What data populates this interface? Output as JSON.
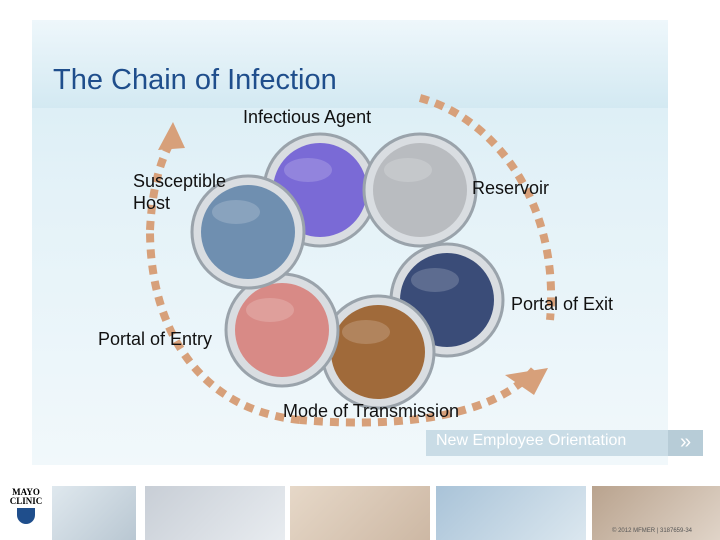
{
  "title": "The Chain of Infection",
  "nodes": [
    {
      "id": "agent",
      "label": "Infectious Agent",
      "color": "#7a6ad6"
    },
    {
      "id": "reservoir",
      "label": "Reservoir",
      "color": "#b9bcc0"
    },
    {
      "id": "exit",
      "label": "Portal of Exit",
      "color": "#3a4c78"
    },
    {
      "id": "transmission",
      "label": "Mode of Transmission",
      "color": "#a06a3a"
    },
    {
      "id": "entry",
      "label": "Portal of Entry",
      "color": "#d88a86"
    },
    {
      "id": "host",
      "label": "Susceptible\nHost",
      "color": "#6f8fb0"
    }
  ],
  "arrow_color": "#d7a07a",
  "banner": {
    "text": "New Employee Orientation",
    "chevron": "»"
  },
  "logo": {
    "lines": [
      "MAYO",
      "CLINIC"
    ]
  },
  "copyright": "© 2012 MFMER | 3187659-34"
}
